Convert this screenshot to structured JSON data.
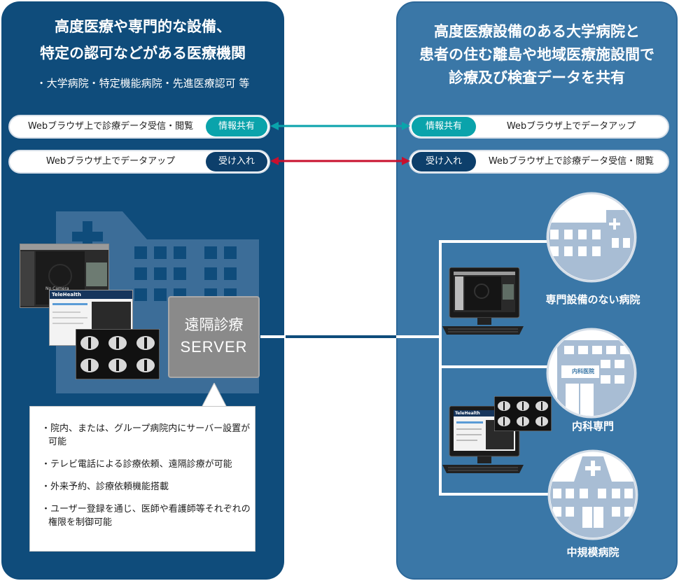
{
  "left": {
    "title_line1": "高度医療や専門的な設備、",
    "title_line2": "特定の認可などがある医療機関",
    "subtitle": "・大学病院・特定機能病院・先進医療認可 等",
    "pill1_text": "Webブラウザ上で診療データ受信・閲覧",
    "pill1_badge": "情報共有",
    "pill2_text": "Webブラウザ上でデータアップ",
    "pill2_badge": "受け入れ",
    "server_line1": "遠隔診療",
    "server_line2": "SERVER",
    "callout_items": [
      "・院内、または、グループ病院内にサーバー設置が可能",
      "・テレビ電話による診療依頼、遠隔診療が可能",
      "・外来予約、診療依頼機能搭載",
      "・ユーザー登録を通じ、医師や看護師等それぞれの権限を制御可能"
    ]
  },
  "right": {
    "title_line1": "高度医療設備のある大学病院と",
    "title_line2": "患者の住む離島や地域医療施設間で",
    "title_line3": "診療及び検査データを共有",
    "pill1_badge": "情報共有",
    "pill1_text": "Webブラウザ上でデータアップ",
    "pill2_badge": "受け入れ",
    "pill2_text": "Webブラウザ上で診療データ受信・閲覧",
    "facility1": "専門設備のない病院",
    "facility2": "内科専門",
    "facility3": "中規模病院"
  },
  "screens": {
    "camera_text": "No Camera",
    "app_name": "TeleHealth",
    "clinic_sign": "内科医院"
  },
  "colors": {
    "left_panel": "#0f4c7b",
    "right_panel": "#3a77a7",
    "teal": "#0aa3ab",
    "navy": "#0d3f6b",
    "red_arrow": "#c8102e"
  }
}
